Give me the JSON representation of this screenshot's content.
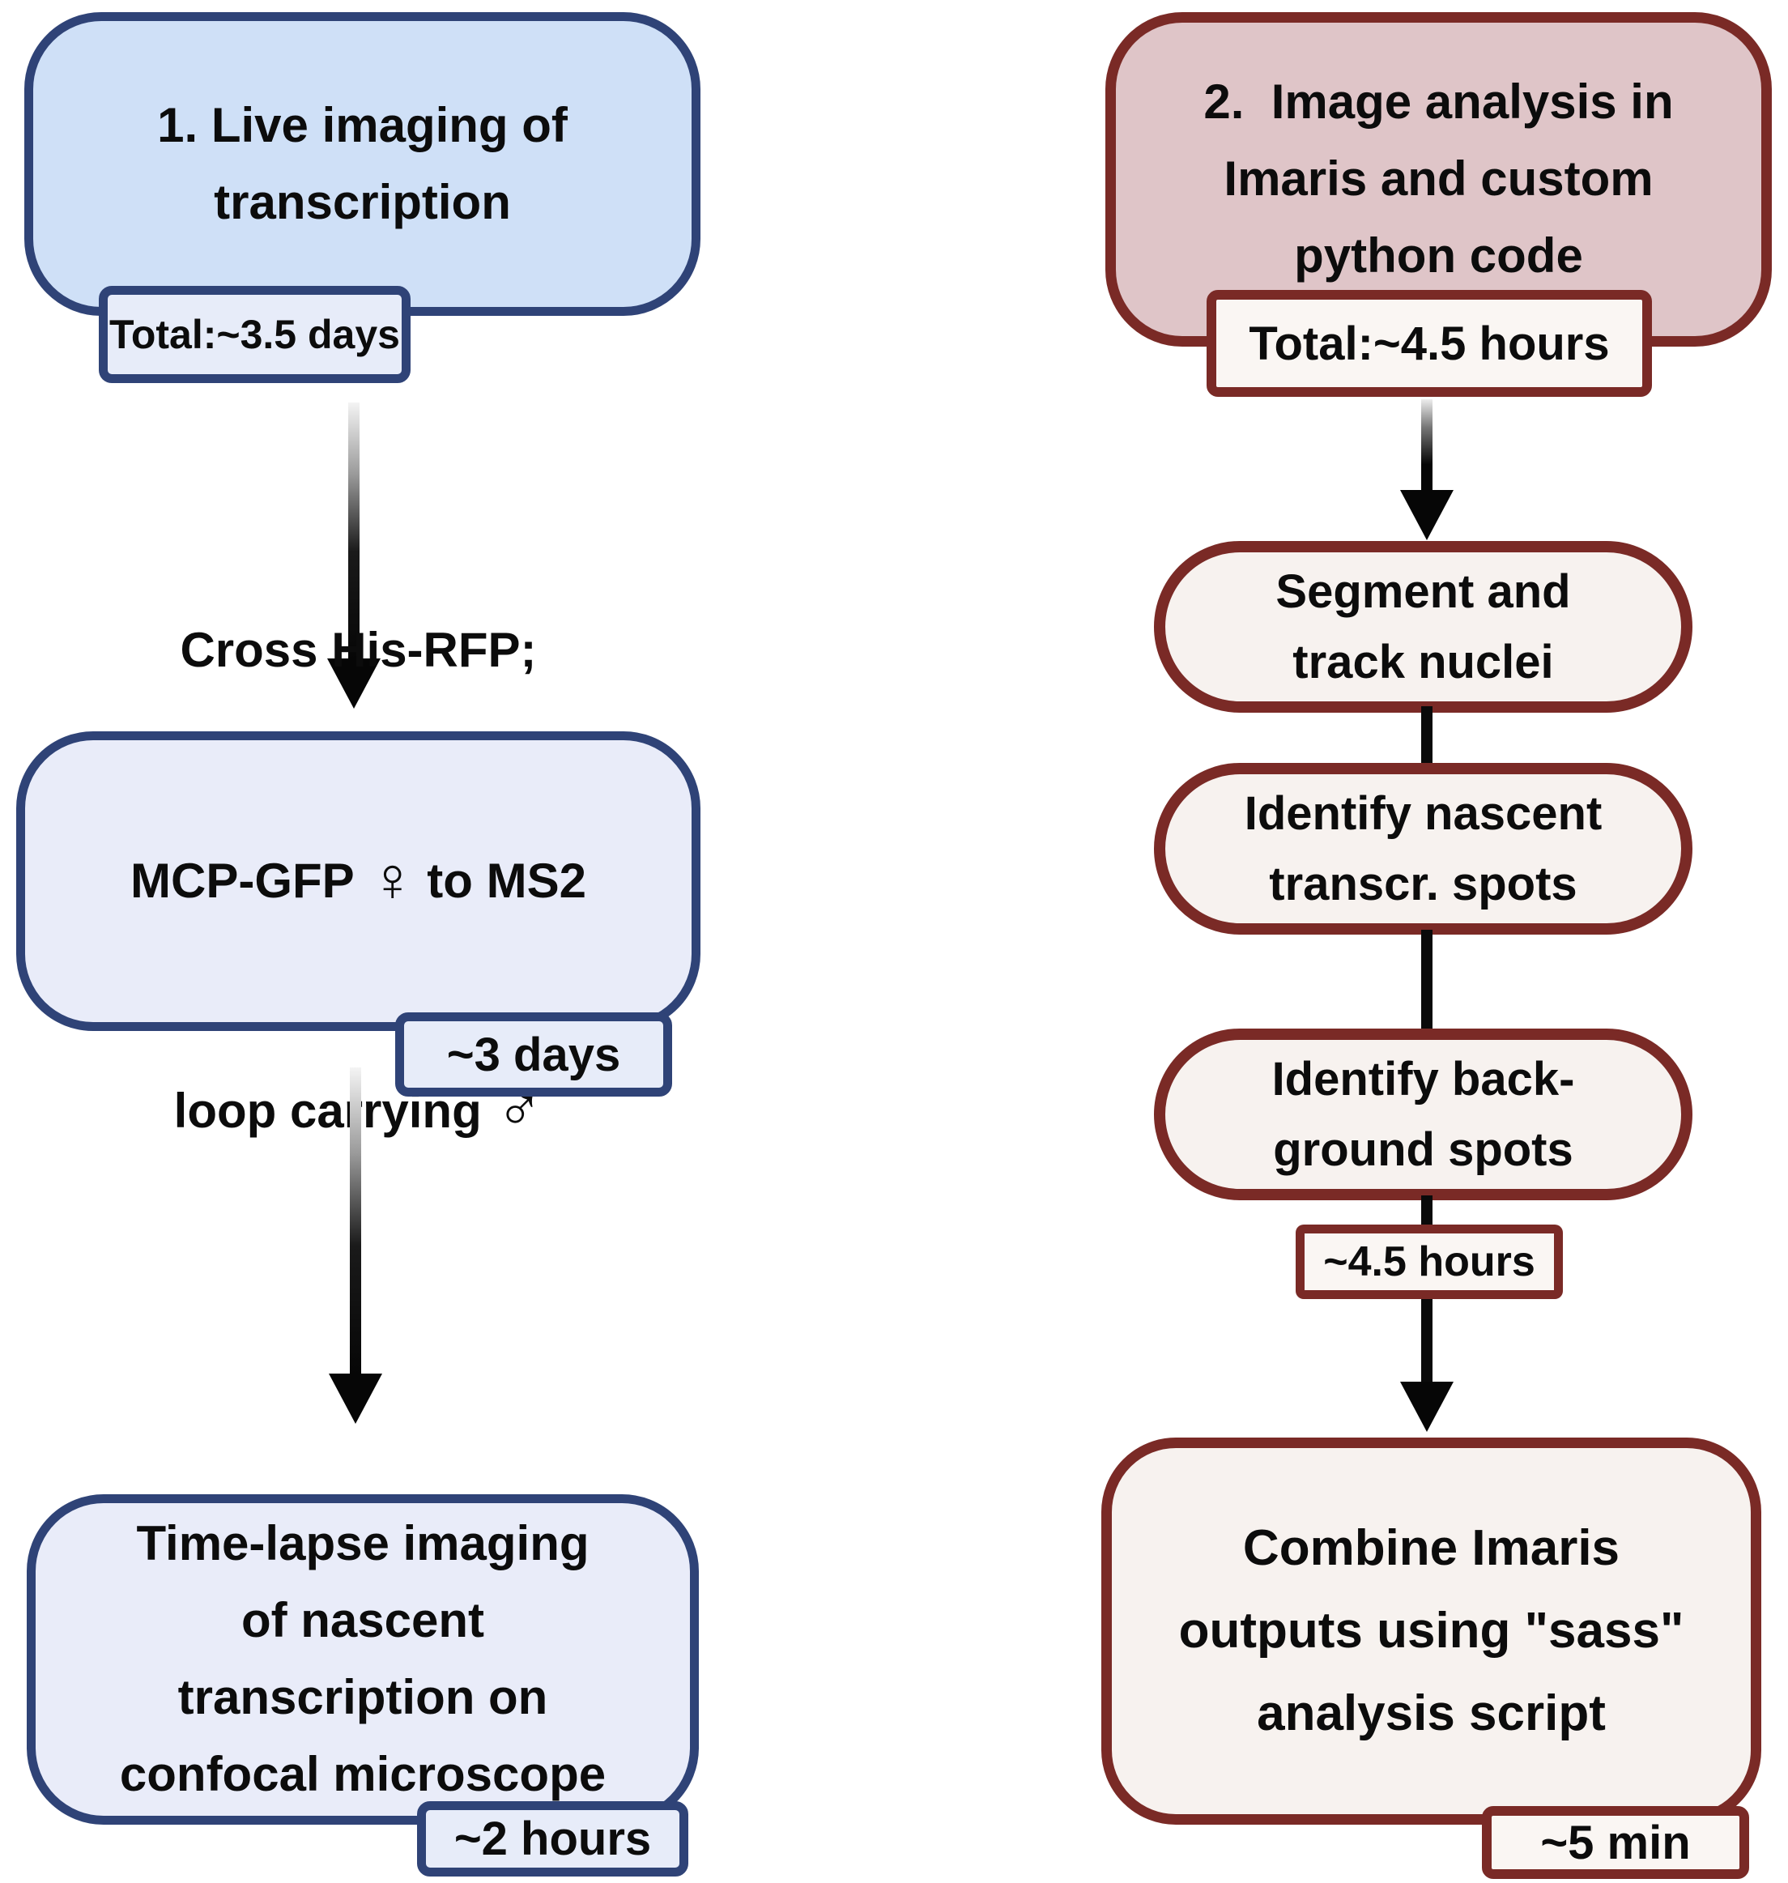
{
  "figure_type": "workflow-flowchart",
  "left": {
    "theme_color": "#2f4377",
    "box_fill_primary": "#cfe0f7",
    "box_fill_secondary": "#e9ecf9",
    "badge_fill": "#e7ecf9",
    "box1": {
      "text": "1. Live imaging of\ntranscription",
      "badge": "Total:~3.5 days"
    },
    "box2": {
      "line1": "Cross His-RFP;",
      "line2_pre": "MCP-GFP",
      "line2_post": "to MS2",
      "line3_pre": "loop carrying",
      "badge": "~3 days"
    },
    "box3": {
      "text": "Time-lapse imaging\nof nascent\ntranscription on\nconfocal microscope",
      "badge": "~2 hours"
    }
  },
  "right": {
    "theme_color": "#7a2a26",
    "header_fill": "#dfc5c8",
    "box_fill": "#f7f2ef",
    "badge_fill": "#faf6f3",
    "header": {
      "text": "2.  Image analysis in\nImaris and custom\npython code",
      "badge": "Total:~4.5 hours"
    },
    "pills": [
      {
        "text": "Segment and\ntrack nuclei"
      },
      {
        "text": "Identify nascent\ntranscr. spots"
      },
      {
        "text": "Identify back-\nground spots"
      }
    ],
    "duration_badge": "~4.5 hours",
    "final_box": {
      "text": "Combine Imaris\noutputs using \"sass\"\nanalysis script",
      "badge": "~5 min"
    }
  },
  "icons": {
    "female": "♀",
    "male": "♂"
  },
  "arrow_color": "#060606"
}
